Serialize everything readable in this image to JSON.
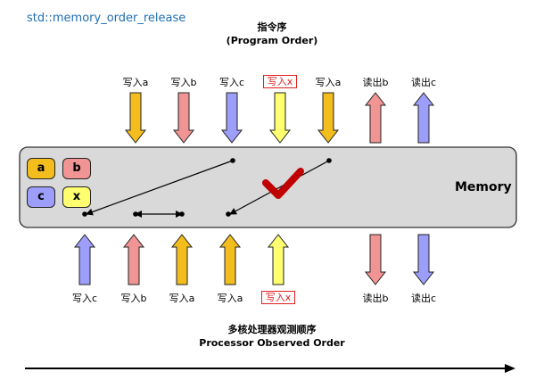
{
  "header_label": "std::memory_order_release",
  "top_title": {
    "line1": "指令序",
    "line2": "(Program Order)"
  },
  "bottom_title": {
    "line1": "多核处理器观测顺序",
    "line2": "Processor Observed Order"
  },
  "memory_label": "Memory",
  "cache_values": [
    "a",
    "b",
    "c",
    "x"
  ],
  "top_ops": [
    {
      "label": "写入a",
      "boxed": false,
      "direction": "down",
      "color": "#f2bd1d"
    },
    {
      "label": "写入b",
      "boxed": false,
      "direction": "down",
      "color": "#f19494"
    },
    {
      "label": "写入c",
      "boxed": false,
      "direction": "down",
      "color": "#9d9dfa"
    },
    {
      "label": "写入x",
      "boxed": true,
      "direction": "down",
      "color": "#ffff70"
    },
    {
      "label": "写入a",
      "boxed": false,
      "direction": "down",
      "color": "#f2bd1d"
    },
    {
      "label": "读出b",
      "boxed": false,
      "direction": "up",
      "color": "#f19494"
    },
    {
      "label": "读出c",
      "boxed": false,
      "direction": "up",
      "color": "#9d9dfa"
    }
  ],
  "bottom_ops": [
    {
      "label": "写入c",
      "boxed": false,
      "direction": "up",
      "color": "#9d9dfa"
    },
    {
      "label": "写入b",
      "boxed": false,
      "direction": "up",
      "color": "#f19494"
    },
    {
      "label": "写入a",
      "boxed": false,
      "direction": "up",
      "color": "#f2bd1d"
    },
    {
      "label": "写入a",
      "boxed": false,
      "direction": "up",
      "color": "#f2bd1d"
    },
    {
      "label": "写入x",
      "boxed": true,
      "direction": "up",
      "color": "#ffff70"
    },
    {
      "label": "读出b",
      "boxed": false,
      "direction": "down",
      "color": "#f19494"
    },
    {
      "label": "读出c",
      "boxed": false,
      "direction": "down",
      "color": "#9d9dfa"
    }
  ],
  "colors": {
    "a": "#f2bd1d",
    "b": "#f19494",
    "c": "#9d9dfa",
    "x": "#ffff70",
    "memory_fill": "#d9d9d9",
    "check": "#c00000"
  }
}
